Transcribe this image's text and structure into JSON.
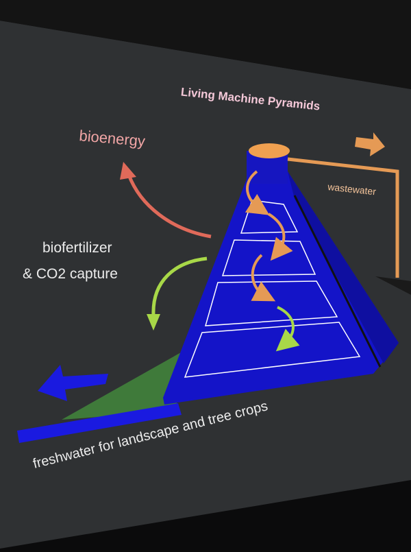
{
  "slide": {
    "title": "Living Machine Pyramids",
    "labels": {
      "bioenergy": "bioenergy",
      "biofertilizer_line1": "biofertilizer",
      "biofertilizer_line2": "& CO2 capture",
      "wastewater": "wastewater",
      "freshwater": "freshwater for landscape and tree crops"
    }
  },
  "colors": {
    "screen": "#2f3133",
    "pyramid_blue": "#1414c8",
    "bioenergy_arrow": "#e06a5a",
    "biofertilizer_arrow": "#a8d848",
    "wastewater_orange": "#e59a55",
    "freshwater_blue": "#1a1ae0",
    "green_wedge": "#3f7a3a",
    "title_pink": "#f4c8d8"
  },
  "icons": [
    "top-tank-icon",
    "pyramid-tiers-icon",
    "flow-arrow-icon"
  ]
}
